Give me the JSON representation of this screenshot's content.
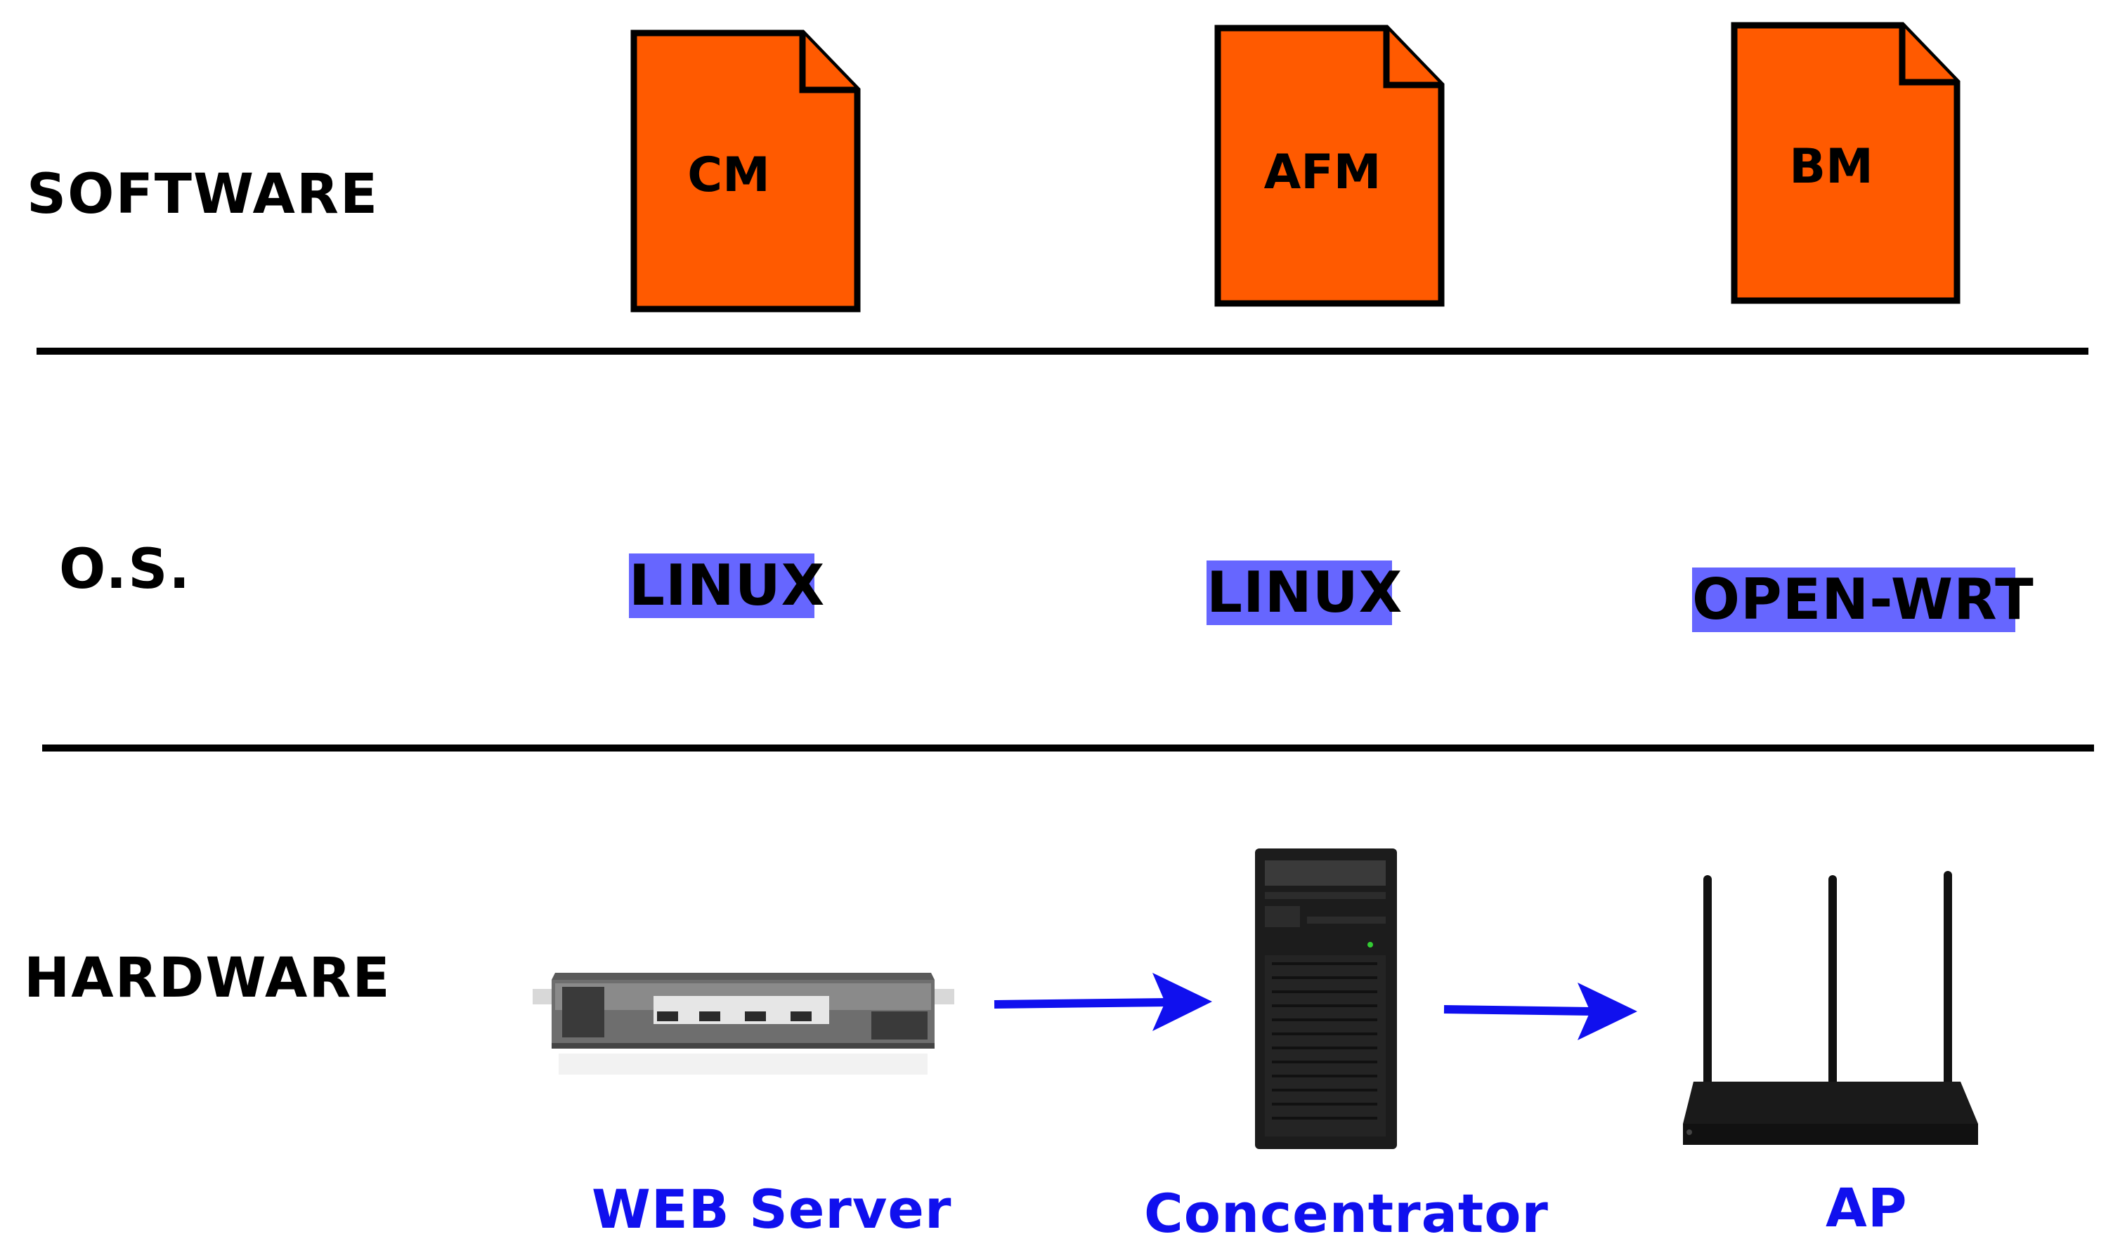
{
  "layers": {
    "software": "SOFTWARE",
    "os": "O.S.",
    "hardware": "HARDWARE"
  },
  "software_modules": [
    {
      "label": "CM"
    },
    {
      "label": "AFM"
    },
    {
      "label": "BM"
    }
  ],
  "operating_systems": [
    {
      "label": "LINUX"
    },
    {
      "label": "LINUX"
    },
    {
      "label": "OPEN-WRT"
    }
  ],
  "devices": [
    {
      "label": "WEB Server",
      "icon": "rack-server-icon"
    },
    {
      "label": "Concentrator",
      "icon": "tower-computer-icon"
    },
    {
      "label": "AP",
      "icon": "wireless-router-icon"
    }
  ],
  "colors": {
    "document_fill": "#ff5a00",
    "os_badge": "#6666ff",
    "device_label": "#1010ee",
    "arrow": "#1010ee"
  }
}
